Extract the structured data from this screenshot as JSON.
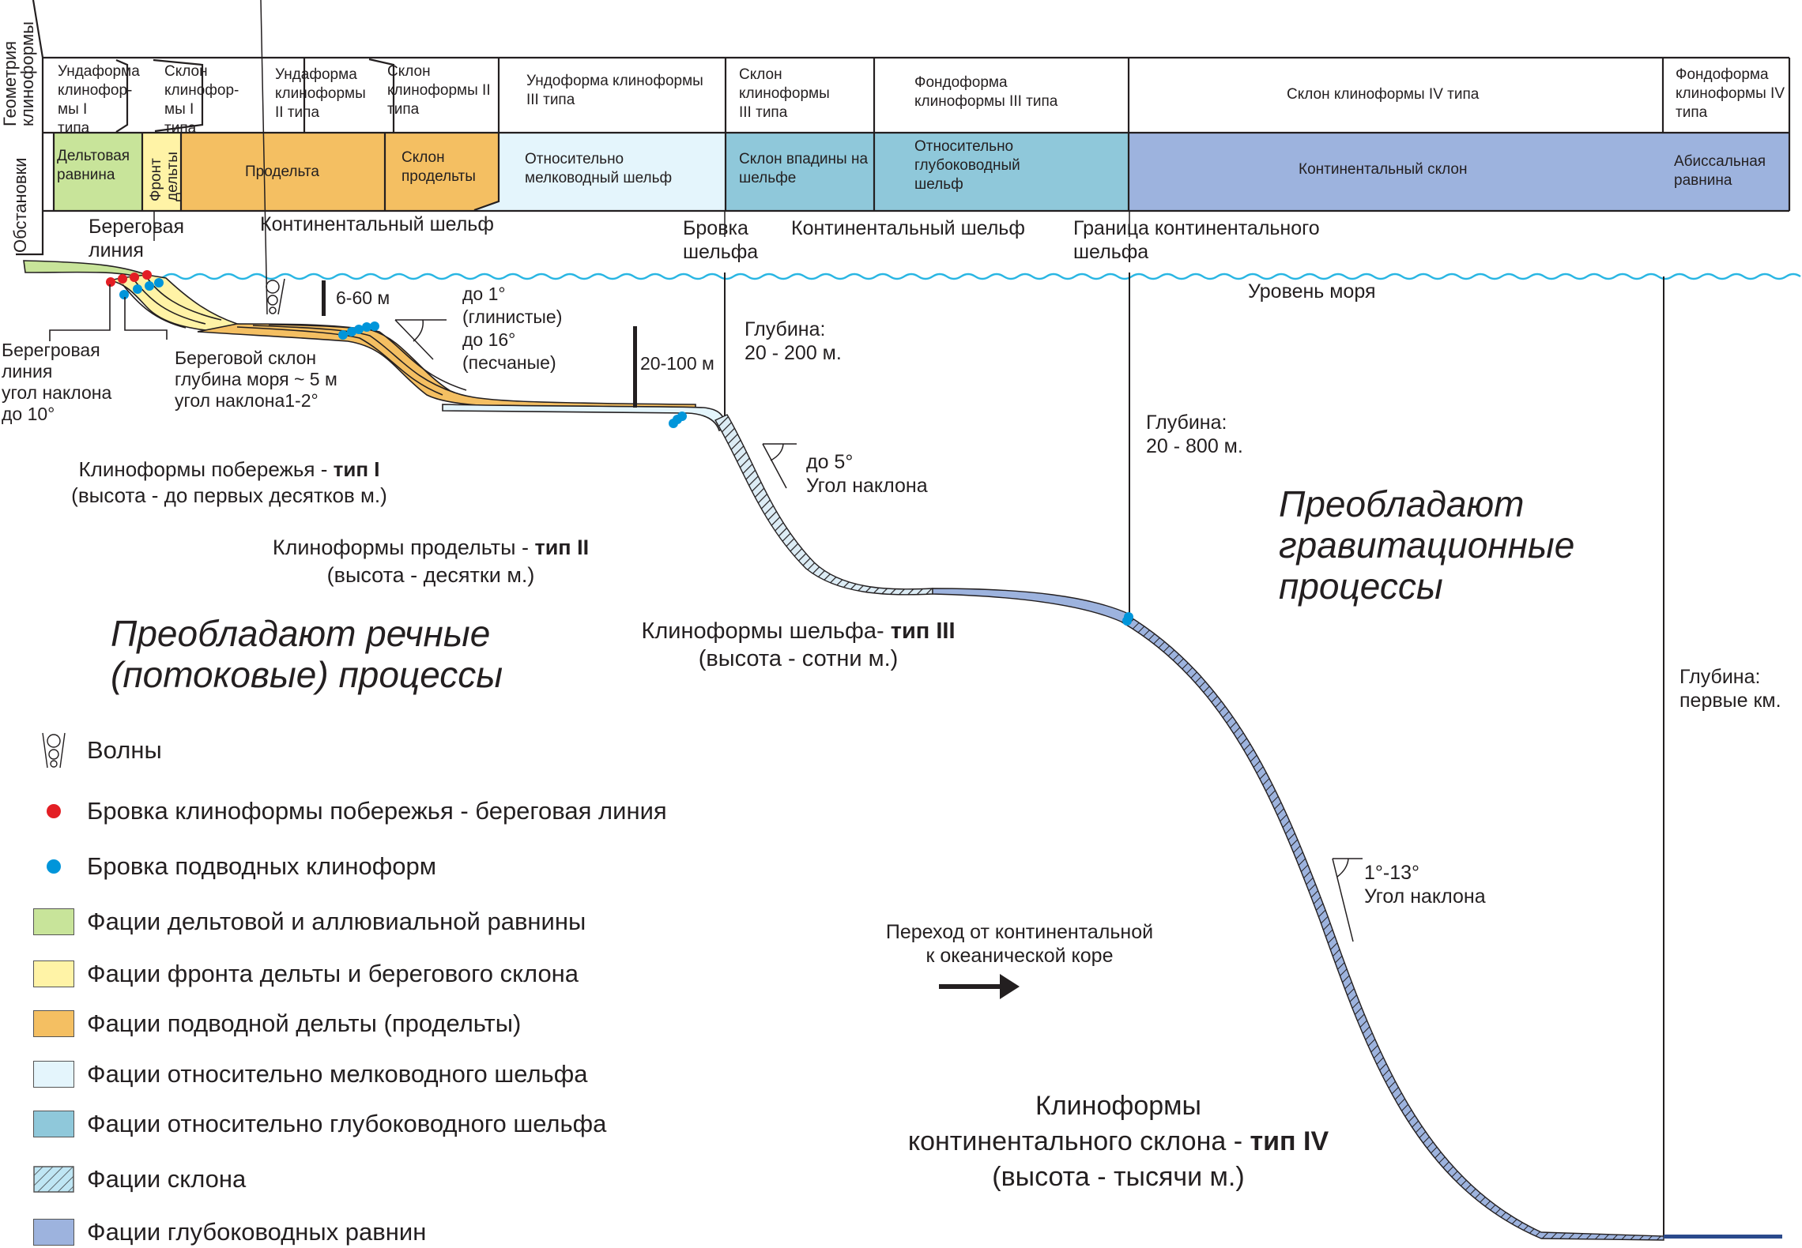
{
  "header": {
    "row_labels": {
      "geometry": "Геометрия клиноформы",
      "settings": "Обстановки"
    },
    "geometry_cells": [
      {
        "label": "Ундаформа клинофор-мы I типа"
      },
      {
        "label": "Склон клинофор-мы I типа"
      },
      {
        "label": "Ундаформа клиноформы II типа"
      },
      {
        "label": "Склон клиноформы II типа"
      },
      {
        "label": "Ундоформа клиноформы III типа"
      },
      {
        "label": "Склон клиноформы III типа"
      },
      {
        "label": "Фондоформа клиноформы III типа"
      },
      {
        "label": "Склон клиноформы IV типа"
      },
      {
        "label": "Фондоформа клиноформы IV типа"
      }
    ],
    "setting_cells": [
      {
        "label": "Дельтовая равнина",
        "color": "#c8e49a"
      },
      {
        "label": "Фронт дельты",
        "color": "#fff3a6"
      },
      {
        "label": "Продельта",
        "color": "#f4bf62"
      },
      {
        "label": "Склон продельты",
        "color": "#f4bf62"
      },
      {
        "label": "Относительно мелководный шельф",
        "color": "#e4f5fc"
      },
      {
        "label": "Склон впадины на шельфе",
        "color": "#8fc8da"
      },
      {
        "label": "Относительно глубоководный шельф",
        "color": "#8fc8da"
      },
      {
        "label": "Континентальный склон",
        "color": "#9db3de"
      },
      {
        "label": "Абиссальная равнина",
        "color": "#9db3de"
      }
    ]
  },
  "zones": {
    "shoreline": "Береговая линия",
    "continental_shelf_1": "Континентальный шельф",
    "shelf_break": "Бровка шельфа",
    "continental_shelf_2": "Континентальный шельф",
    "shelf_boundary": "Граница континентального шельфа",
    "sea_level": "Уровень моря"
  },
  "annotations": {
    "shoreline_note": [
      "Берегровая",
      "линия",
      "угол наклона",
      "до 10°"
    ],
    "shore_slope_note": [
      "Береговой склон",
      "глубина моря ~ 5 м",
      "угол наклона1-2°"
    ],
    "depth_6_60": "6-60 м",
    "angle_prodelta": [
      "до 1°",
      "(глинистые)",
      "до 16°",
      "(песчаные)"
    ],
    "depth_20_100": "20-100 м",
    "depth_shelf": [
      "Глубина:",
      "20 - 200 м."
    ],
    "angle_shelf": [
      "до 5°",
      "Угол наклона"
    ],
    "depth_slope": [
      "Глубина:",
      "20 - 800 м."
    ],
    "depth_abyssal": [
      "Глубина:",
      "первые км."
    ],
    "angle_slope": [
      "1°-13°",
      "Угол наклона"
    ],
    "transition": [
      "Переход от континентальной",
      "к океанической коре"
    ]
  },
  "clinoform_titles": {
    "type1": {
      "text": "Клиноформы побережья  - ",
      "bold": "тип I",
      "sub": "(высота - до первых десятков м.)"
    },
    "type2": {
      "text": "Клиноформы продельты - ",
      "bold": "тип II",
      "sub": "(высота - десятки м.)"
    },
    "type3": {
      "text": "Клиноформы шельфа- ",
      "bold": "тип III",
      "sub": "(высота - сотни м.)"
    },
    "type4": {
      "line1": "Клиноформы",
      "text": "континентального склона - ",
      "bold": "тип IV",
      "sub": "(высота - тысячи м.)"
    }
  },
  "processes": {
    "fluvial": [
      "Преобладают речные",
      "(потоковые) процессы"
    ],
    "gravity": [
      "Преобладают",
      "гравитационные",
      "процессы"
    ]
  },
  "legend": [
    {
      "symbol": "waves-icon",
      "label": "Волны"
    },
    {
      "symbol": "red-dot",
      "color": "#e31e24",
      "label": "Бровка клиноформы побережья - береговая линия"
    },
    {
      "symbol": "blue-dot",
      "color": "#0095da",
      "label": "Бровка подводных клиноформ"
    },
    {
      "symbol": "swatch",
      "color": "#c8e49a",
      "label": "Фации дельтовой и аллювиальной равнины"
    },
    {
      "symbol": "swatch",
      "color": "#fff3a6",
      "label": "Фации фронта дельты и берегового склона"
    },
    {
      "symbol": "swatch",
      "color": "#f4bf62",
      "label": "Фации подводной дельты (продельты)"
    },
    {
      "symbol": "swatch",
      "color": "#e4f5fc",
      "label": "Фации относительно мелководного шельфа"
    },
    {
      "symbol": "swatch",
      "color": "#8fc8da",
      "label": "Фации относительно глубоководного шельфа"
    },
    {
      "symbol": "hatch",
      "color": "#bfe6f4",
      "label": "Фации склона"
    },
    {
      "symbol": "swatch",
      "color": "#9db3de",
      "label": "Фации глубоководных равнин"
    }
  ],
  "colors": {
    "sea": "#29b6e3",
    "line": "#231f20",
    "red_dot": "#e31e24",
    "blue_dot": "#0095da"
  }
}
